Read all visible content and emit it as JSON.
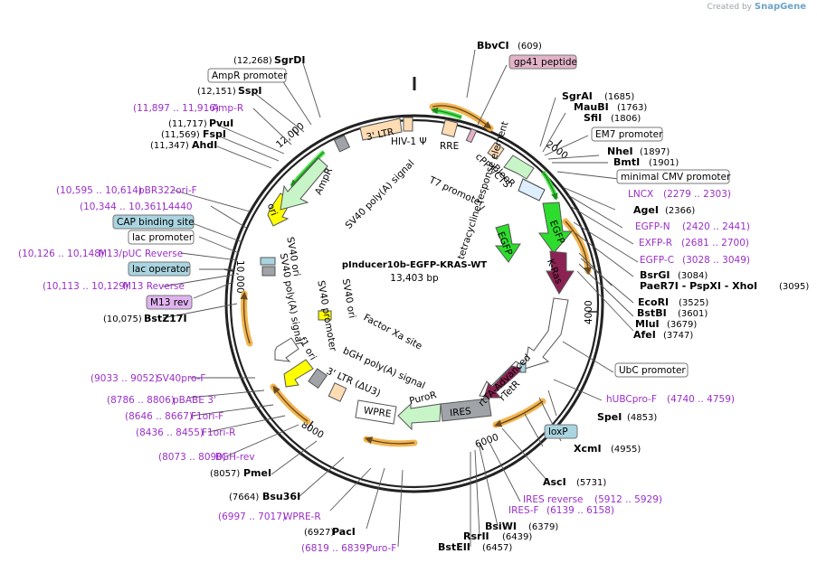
{
  "credit": {
    "prefix": "Created by",
    "brand": "SnapGene"
  },
  "center": {
    "name": "pInducer10b-EGFP-KRAS-WT",
    "size": "13,403 bp"
  },
  "ticks": [
    "2000",
    "4000",
    "6000",
    "8000",
    "10,000",
    "12,000"
  ],
  "enzymes": [
    {
      "name": "BbvCI",
      "pos": "(609)"
    },
    {
      "name": "SgrAI",
      "pos": "(1685)"
    },
    {
      "name": "MauBI",
      "pos": "(1763)"
    },
    {
      "name": "SfiI",
      "pos": "(1806)"
    },
    {
      "name": "NheI",
      "pos": "(1897)"
    },
    {
      "name": "BmtI",
      "pos": "(1901)"
    },
    {
      "name": "AgeI",
      "pos": "(2366)"
    },
    {
      "name": "BsrGI",
      "pos": "(3084)"
    },
    {
      "name": "PaeR7I - PspXI - XhoI",
      "pos": "(3095)"
    },
    {
      "name": "EcoRI",
      "pos": "(3525)"
    },
    {
      "name": "BstBI",
      "pos": "(3601)"
    },
    {
      "name": "MluI",
      "pos": "(3679)"
    },
    {
      "name": "AfeI",
      "pos": "(3747)"
    },
    {
      "name": "SpeI",
      "pos": "(4853)"
    },
    {
      "name": "XcmI",
      "pos": "(4955)"
    },
    {
      "name": "AscI",
      "pos": "(5731)"
    },
    {
      "name": "BsiWI",
      "pos": "(6379)"
    },
    {
      "name": "RsrII",
      "pos": "(6439)"
    },
    {
      "name": "BstEII",
      "pos": "(6457)"
    },
    {
      "name": "PacI",
      "pos": "(6927)"
    },
    {
      "name": "Bsu36I",
      "pos": "(7664)"
    },
    {
      "name": "PmeI",
      "pos": "(8057)"
    },
    {
      "name": "BstZ17I",
      "pos": "(10,075)"
    },
    {
      "name": "AhdI",
      "pos": "(11,347)"
    },
    {
      "name": "FspI",
      "pos": "(11,569)"
    },
    {
      "name": "PvuI",
      "pos": "(11,717)"
    },
    {
      "name": "SspI",
      "pos": "(12,151)"
    },
    {
      "name": "SgrDI",
      "pos": "(12,268)"
    }
  ],
  "primers": [
    {
      "name": "LNCX",
      "pos": "(2279 .. 2303)"
    },
    {
      "name": "EGFP-N",
      "pos": "(2420 .. 2441)"
    },
    {
      "name": "EXFP-R",
      "pos": "(2681 .. 2700)"
    },
    {
      "name": "EGFP-C",
      "pos": "(3028 .. 3049)"
    },
    {
      "name": "hUBCpro-F",
      "pos": "(4740 .. 4759)"
    },
    {
      "name": "IRES reverse",
      "pos": "(5912 .. 5929)"
    },
    {
      "name": "IRES-F",
      "pos": "(6139 .. 6158)"
    },
    {
      "name": "Puro-F",
      "pos": "(6819 .. 6839)"
    },
    {
      "name": "WPRE-R",
      "pos": "(6997 .. 7017)"
    },
    {
      "name": "BGH-rev",
      "pos": "(8073 .. 8090)"
    },
    {
      "name": "F1ori-R",
      "pos": "(8436 .. 8455)"
    },
    {
      "name": "F1ori-F",
      "pos": "(8646 .. 8667)"
    },
    {
      "name": "pBABE 3'",
      "pos": "(8786 .. 8806)"
    },
    {
      "name": "SV40pro-F",
      "pos": "(9033 .. 9052)"
    },
    {
      "name": "M13 Reverse",
      "pos": "(10,113 .. 10,129)"
    },
    {
      "name": "M13/pUC Reverse",
      "pos": "(10,126 .. 10,148)"
    },
    {
      "name": "L4440",
      "pos": "(10,344 .. 10,361)"
    },
    {
      "name": "pBR322ori-F",
      "pos": "(10,595 .. 10,614)"
    },
    {
      "name": "Amp-R",
      "pos": "(11,897 .. 11,916)"
    }
  ],
  "boxed": {
    "gp41": "gp41 peptide",
    "em7": "EM7 promoter",
    "cmv": "minimal CMV promoter",
    "ubc": "UbC promoter",
    "loxp": "loxP",
    "ampr_prom": "AmpR promoter",
    "cap": "CAP binding site",
    "lac_prom": "lac promoter",
    "lac_op": "lac operator",
    "m13rev": "M13 rev"
  },
  "features": {
    "ltr3": "3' LTR",
    "hiv": "HIV-1 Ψ",
    "rre": "RRE",
    "cppt": "cPPT/CTS",
    "bleor": "BleoR",
    "t7": "T7 promoter",
    "tre": "tetracycline response element",
    "egfp_out": "EGFP",
    "egfp_in": "EGFP",
    "kras": "K-Ras",
    "rtta": "rtTA-Advanced",
    "rtetr": "rTetR",
    "ires": "IRES",
    "puror": "PuroR",
    "wpre": "WPRE",
    "ltr_du3": "3' LTR (ΔU3)",
    "bgh": "bGH poly(A) signal",
    "factor": "Factor Xa site",
    "f1": "f1 ori",
    "sv40_ori_out": "SV40 ori",
    "sv40_ori_in": "SV40 ori",
    "sv40_prom": "SV40 promoter",
    "sv40_pa_left": "SV40 poly(A) signal",
    "sv40_pa_in": "SV40 poly(A) signal",
    "sv40_pa_top": "SV40 poly(A) signal",
    "ori": "ori",
    "ampr": "AmpR"
  },
  "colors": {
    "purple": "#9a2fc8",
    "orange": "#f0a832",
    "green": "#2edc2e",
    "lightgreen": "#c8f5c8",
    "yellow": "#ffff00",
    "maroon": "#8b2252",
    "peach": "#ffdcb4",
    "gray": "#a0a4a8",
    "box_blue": "#a9d4e0",
    "box_pink": "#e3b3c8",
    "box_violet": "#e0b3f0"
  }
}
